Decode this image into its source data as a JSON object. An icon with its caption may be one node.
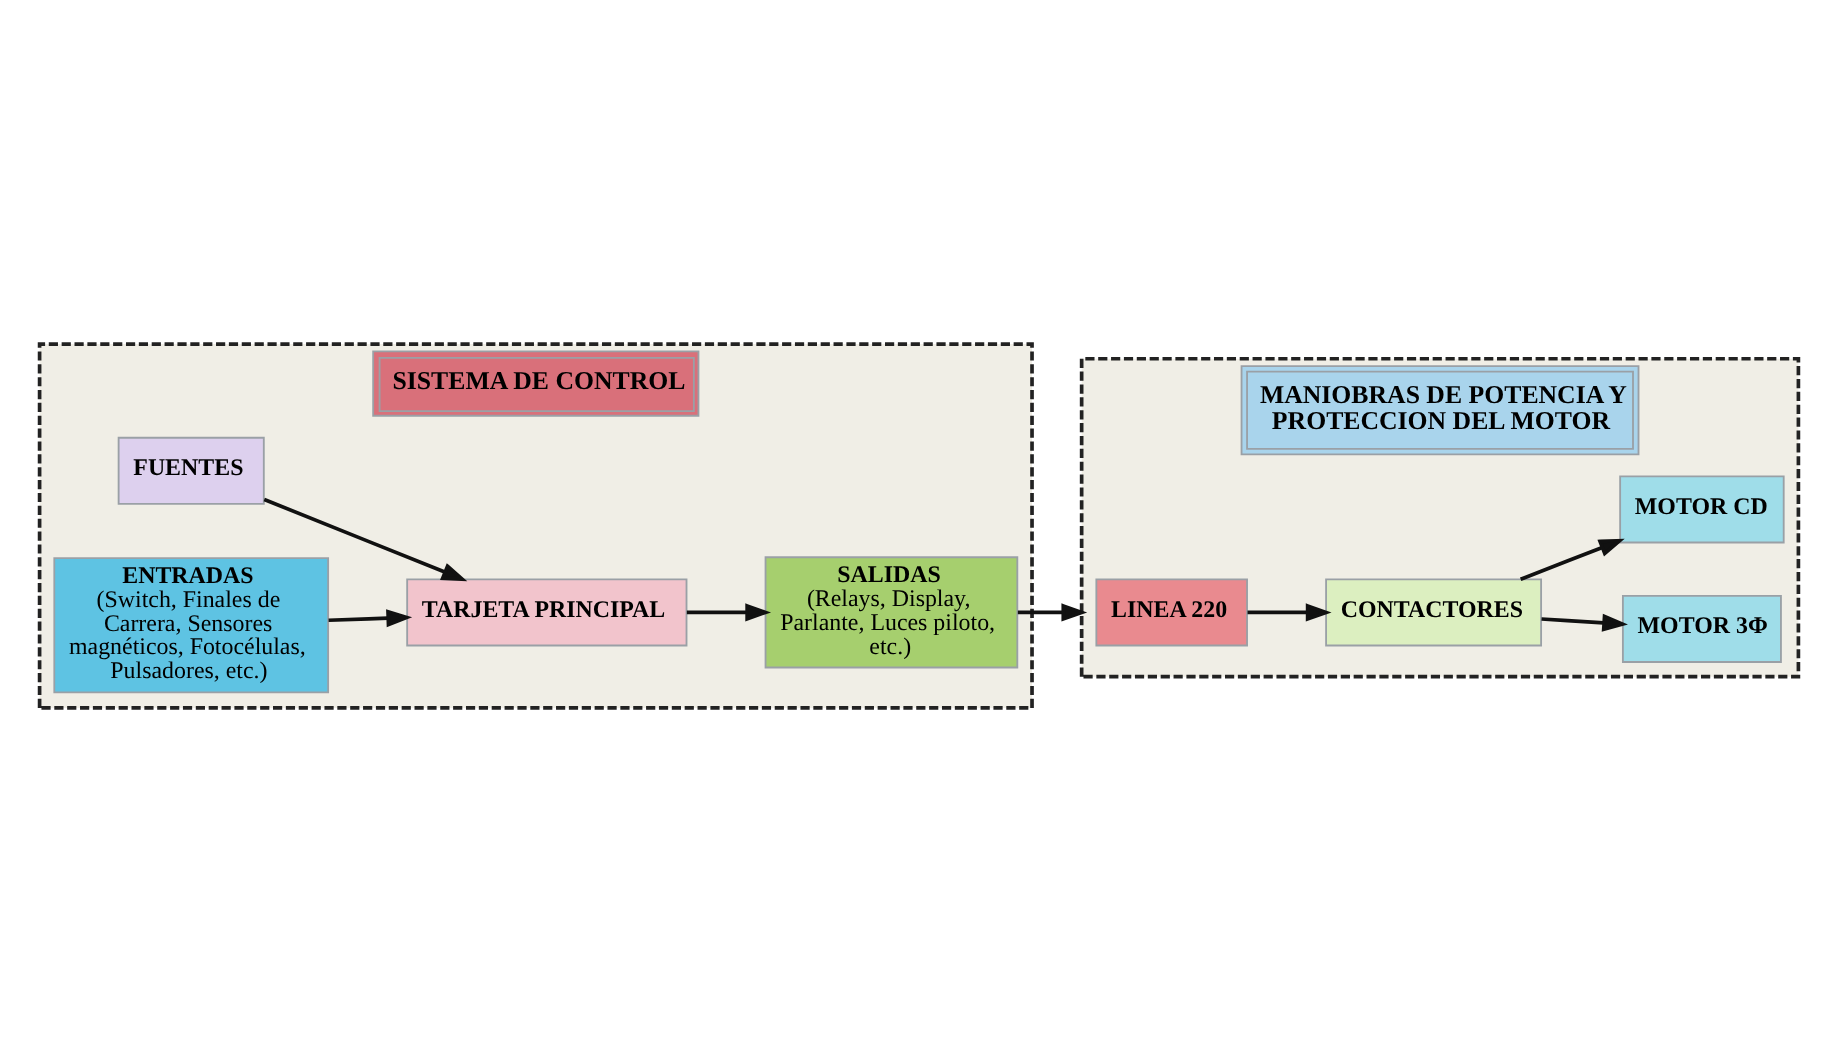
{
  "diagram": {
    "nodes": [
      {
        "text": [
          "SISTEMA DE CONTROL"
        ]
      },
      {
        "text": [
          "FUENTES"
        ],
        "in": 0
      },
      {
        "text": [
          "TARJETA PRINCIPAL"
        ],
        "in": 0
      },
      {
        "text": [
          "SALIDAS",
          "(Relays, Display, Parlante, Luces piloto, etc.)"
        ],
        "in": 0
      },
      {
        "text": [
          "ENTRADAS",
          "(Switch, Finales de Carrera, Sensores magnéticos, Fotocélulas, Pulsadores, etc.)"
        ],
        "in": 0
      },
      {
        "text": [
          "MANIOBRAS DE POTENCIA Y PROTECCION DEL MOTOR"
        ]
      },
      {
        "text": [
          "LINEA 220"
        ],
        "in": 5
      },
      {
        "text": [
          "CONTACTORES"
        ],
        "in": 5
      },
      {
        "text": [
          "MOTOR 3Φ"
        ],
        "in": 5
      },
      {
        "text": [
          "MOTOR CD"
        ],
        "in": 5
      }
    ],
    "edges": [
      {
        "from": 1,
        "to": 2,
        "arrow": "to"
      },
      {
        "from": 4,
        "to": 2,
        "arrow": "to"
      },
      {
        "from": 2,
        "to": 3,
        "arrow": "to"
      },
      {
        "from": 3,
        "to": 5,
        "arrow": "to"
      },
      {
        "from": 6,
        "to": 7,
        "arrow": "to"
      },
      {
        "from": 7,
        "to": 8,
        "arrow": "to"
      },
      {
        "from": 7,
        "to": 9,
        "arrow": "to"
      }
    ]
  }
}
